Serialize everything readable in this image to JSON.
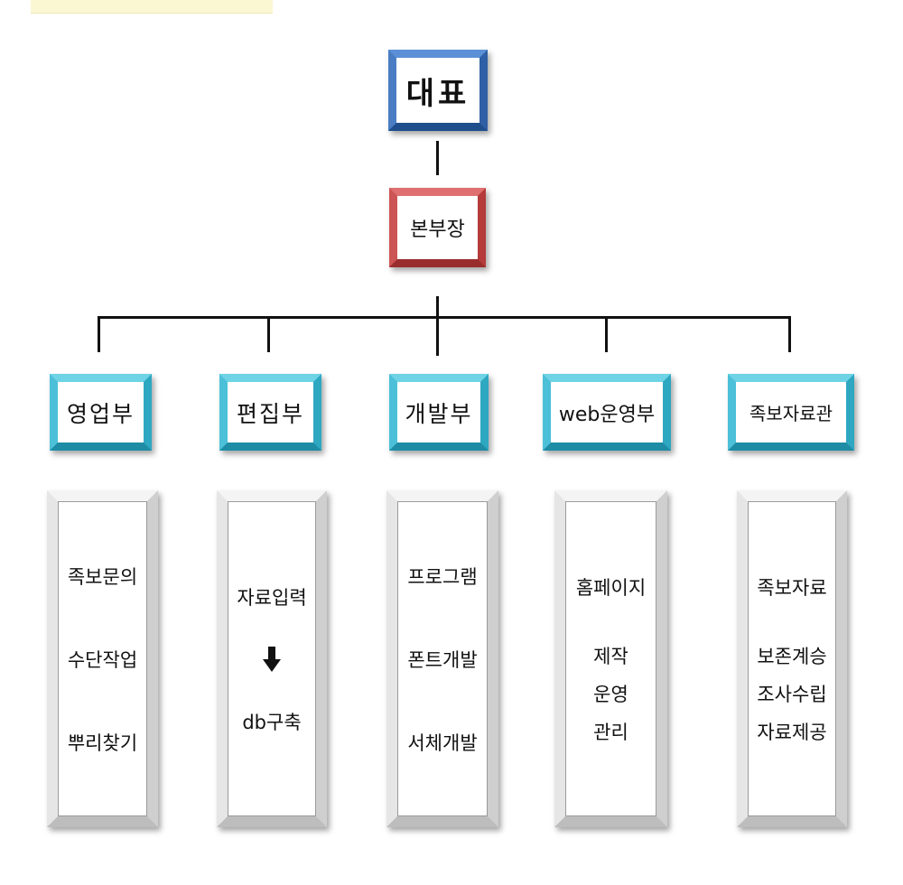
{
  "top": {
    "label": "대표"
  },
  "second": {
    "label": "본부장"
  },
  "departments": [
    {
      "label": "영업부",
      "items": [
        "족보문의",
        "수단작업",
        "뿌리찾기"
      ]
    },
    {
      "label": "편집부",
      "items": [
        "자료입력",
        "db구축"
      ]
    },
    {
      "label": "개발부",
      "items": [
        "프로그램",
        "폰트개발",
        "서체개발"
      ]
    },
    {
      "label": "web운영부",
      "items": [
        "홈페이지",
        "제작",
        "운영",
        "관리"
      ]
    },
    {
      "label": "족보자료관",
      "items": [
        "족보자료",
        "보존계승",
        "조사수립",
        "자료제공"
      ]
    }
  ],
  "icons": {
    "flow_arrow": "down-arrow-icon"
  },
  "colors": {
    "top_frame": "#3a6fb8",
    "second_frame": "#c04646",
    "dept_frame": "#33b3cc",
    "detail_frame": "#d9d9d9"
  }
}
